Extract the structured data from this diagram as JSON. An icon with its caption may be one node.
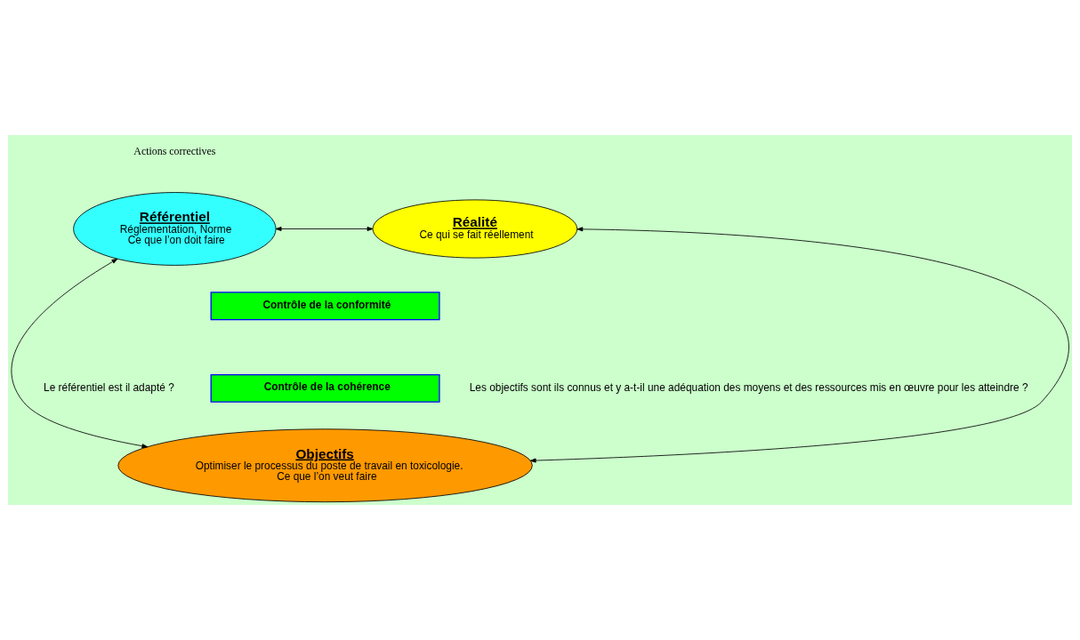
{
  "diagram": {
    "nodes": [
      {
        "text": [
          "Référentiel",
          "Réglementation, Norme",
          "Ce que l’on doit faire"
        ]
      },
      {
        "text": [
          "Réalité",
          "Ce qui se fait réellement"
        ]
      },
      {
        "text": [
          "Objectifs",
          "Optimiser le processus du poste de travail en toxicologie.",
          "Ce que l’on veut faire"
        ]
      },
      {
        "text": [
          "Contrôle de la conformité"
        ]
      },
      {
        "text": [
          "Contrôle de la cohérence"
        ]
      }
    ],
    "edges": [
      {
        "from": 0,
        "to": 1,
        "arrow": "both"
      },
      {
        "from": 0,
        "to": 2,
        "arrow": "both"
      },
      {
        "from": 1,
        "to": 2,
        "arrow": "both"
      }
    ],
    "labels": [
      "Actions correctives",
      "Le référentiel est il adapté ?",
      "Les objectifs sont ils connus et y a-t-il une adéquation des moyens et des ressources mis en œuvre pour les atteindre ?"
    ]
  }
}
